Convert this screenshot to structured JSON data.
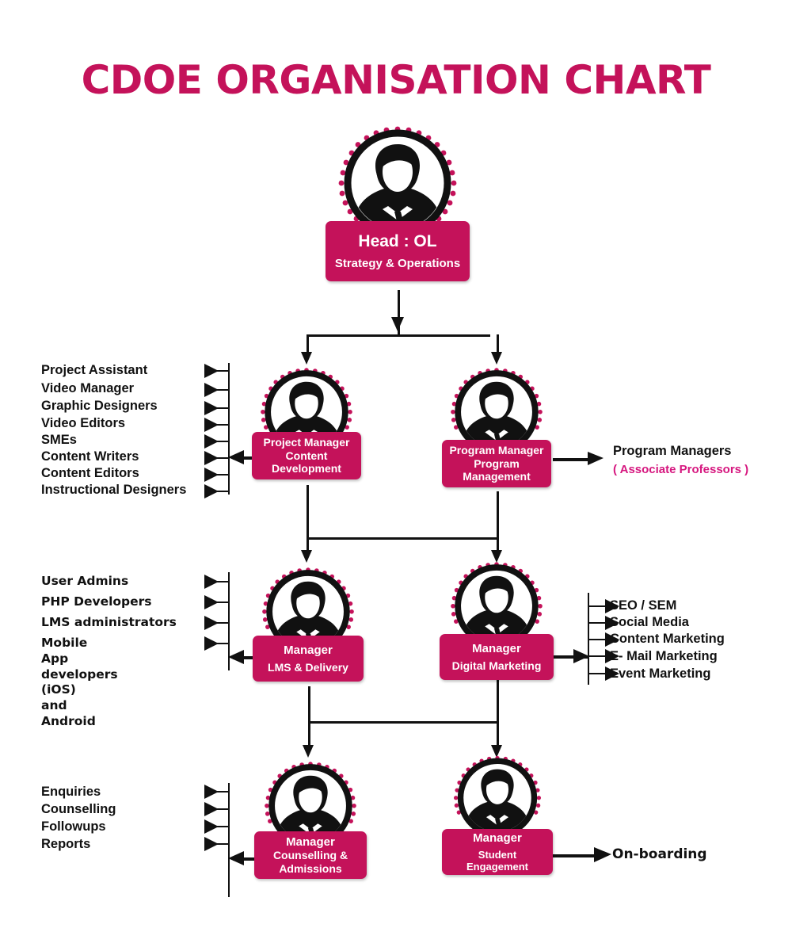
{
  "title": "CDOE ORGANISATION CHART",
  "colors": {
    "accent": "#C4125A",
    "accent_text": "#D6177F",
    "line": "#111111",
    "background": "#FFFFFF"
  },
  "nodes": {
    "head": {
      "icon": "person-avatar-icon",
      "line1": "Head : OL",
      "line2": "Strategy & Operations"
    },
    "project_manager": {
      "icon": "person-avatar-icon",
      "line1": "Project Manager",
      "line2": "Content",
      "line3": "Development"
    },
    "program_manager": {
      "icon": "person-avatar-icon",
      "line1": "Program Manager",
      "line2": "Program",
      "line3": "Management"
    },
    "lms_manager": {
      "icon": "person-avatar-icon",
      "line1": "Manager",
      "line2": "LMS & Delivery"
    },
    "digital_marketing_manager": {
      "icon": "person-avatar-icon",
      "line1": "Manager",
      "line2": "Digital Marketing"
    },
    "counselling_manager": {
      "icon": "person-avatar-icon",
      "line1": "Manager",
      "line2": "Counselling &",
      "line3": "Admissions"
    },
    "student_engagement_manager": {
      "icon": "person-avatar-icon",
      "line1": "Manager",
      "line2": "Student Engagement"
    }
  },
  "lists": {
    "content_development_team": [
      "Project Assistant",
      "Video Manager",
      "Graphic Designers",
      "Video Editors",
      "SMEs",
      "Content Writers",
      "Content Editors",
      "Instructional Designers"
    ],
    "lms_delivery_team": [
      "User Admins",
      "PHP Developers",
      "LMS administrators",
      "Mobile App\ndevelopers (iOS)\nand Android"
    ],
    "digital_marketing_functions": [
      "SEO / SEM",
      "Social Media",
      "Content Marketing",
      "E- Mail Marketing",
      "Event Marketing"
    ],
    "counselling_functions": [
      "Enquiries",
      "Counselling",
      "Followups",
      "Reports"
    ]
  },
  "annotations": {
    "program_managers_title": "Program Managers",
    "program_managers_subtitle": "( Associate Professors )",
    "student_engagement_output": "On-boarding"
  }
}
